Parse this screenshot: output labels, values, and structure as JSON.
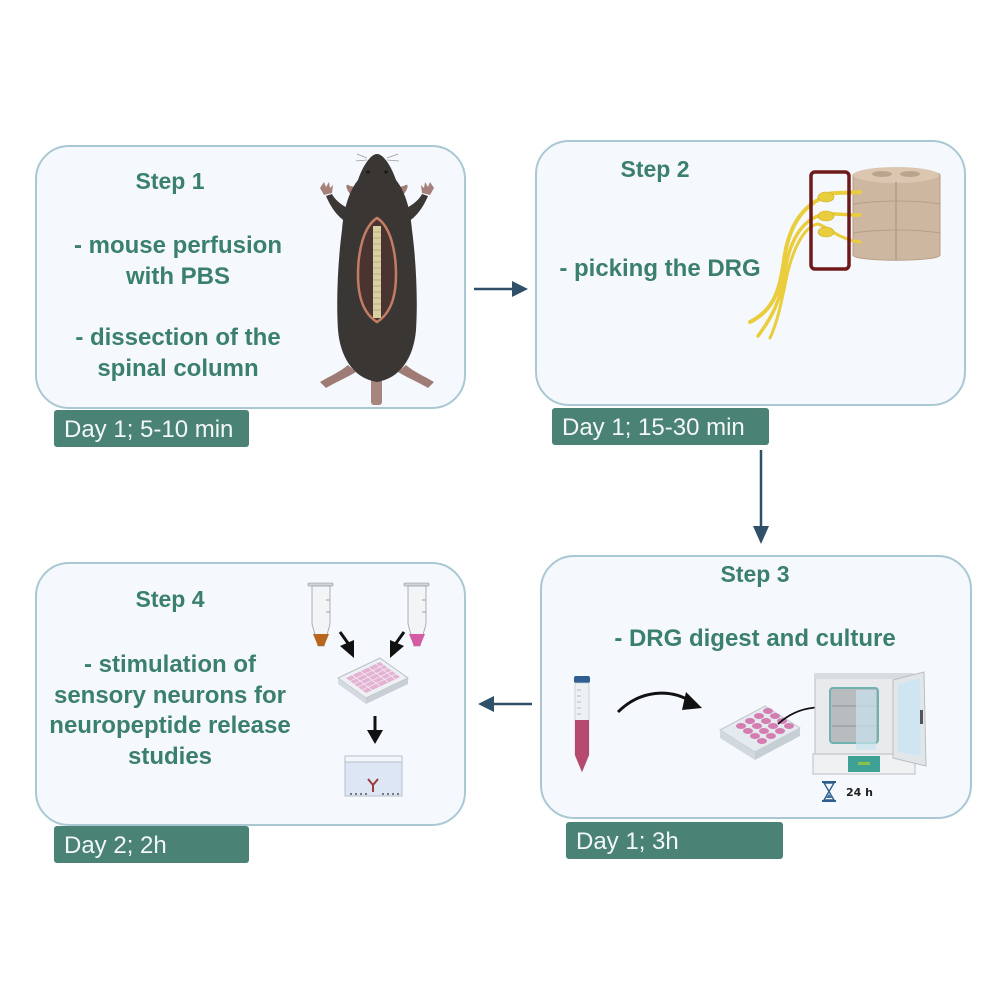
{
  "steps": [
    {
      "title": "Step 1",
      "description": "- mouse perfusion\nwith PBS\n\n- dissection of the\nspinal column",
      "duration": "Day 1; 5-10 min",
      "illustration": "mouse-dissection-icon"
    },
    {
      "title": "Step 2",
      "description": "- picking the DRG",
      "duration": "Day 1; 15-30 min",
      "illustration": "spinal-cord-drg-icon"
    },
    {
      "title": "Step 3",
      "description": "- DRG digest and culture",
      "duration": "Day 1; 3h",
      "illustration": "tube-plate-incubator-icon",
      "incubation_label": "24 h"
    },
    {
      "title": "Step 4",
      "description": "- stimulation of\nsensory neurons for\nneuropeptide release\nstudies",
      "duration": "Day 2; 2h",
      "illustration": "tubes-plate-elisa-icon"
    }
  ],
  "flow": [
    {
      "from": "Step 1",
      "to": "Step 2",
      "direction": "right"
    },
    {
      "from": "Step 2",
      "to": "Step 3",
      "direction": "down"
    },
    {
      "from": "Step 3",
      "to": "Step 4",
      "direction": "left"
    }
  ],
  "colors": {
    "text_accent": "#3b7f6e",
    "badge_bg": "#4a8276",
    "box_border": "#a9c8d3",
    "box_fill": "#f5f9fd",
    "flow_arrow": "#2f5068"
  }
}
